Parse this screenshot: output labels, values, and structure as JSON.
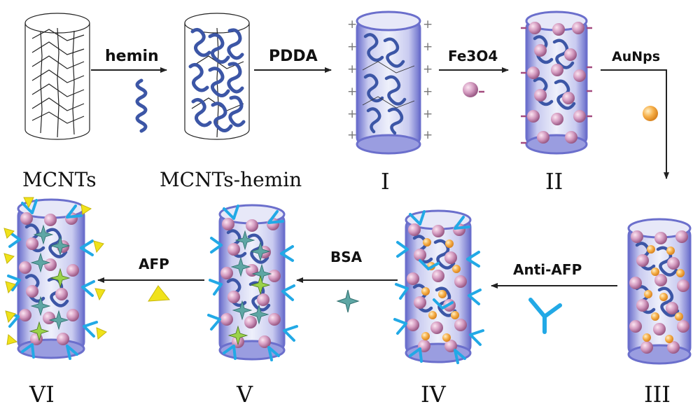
{
  "colors": {
    "tube": "#7b7fd6",
    "tube_inner": "#dfe0f6",
    "hemin": "#3c56a6",
    "fe3o4": "#c98bb2",
    "gold": "#f4a640",
    "antibody": "#22a9e6",
    "bsa": "#5ea6a4",
    "afp": "#f0e21a",
    "arrow": "#222222"
  },
  "labels": {
    "mcnts": "MCNTs",
    "mcnts_hemin": "MCNTs-hemin",
    "stage1": "I",
    "stage2": "II",
    "stage3": "III",
    "stage4": "IV",
    "stage5": "V",
    "stage6": "VI"
  },
  "steps": {
    "hemin": "hemin",
    "pdda": "PDDA",
    "fe3o4": "Fe3O4",
    "aunps": "AuNps",
    "anti_afp": "Anti-AFP",
    "bsa": "BSA",
    "afp": "AFP"
  },
  "charges": {
    "plus": "+"
  }
}
